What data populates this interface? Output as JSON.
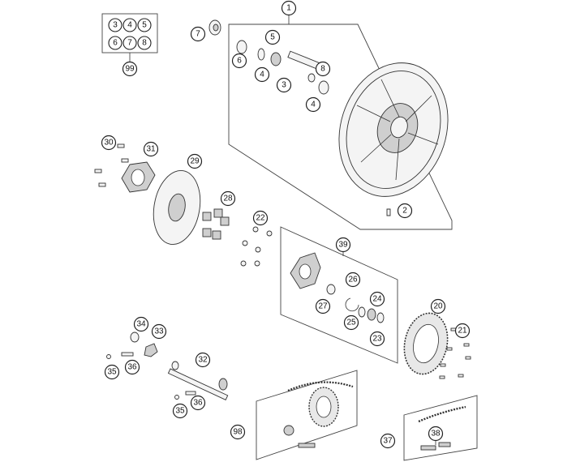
{
  "diagram": {
    "kit_box": {
      "label": "99",
      "items": [
        "3",
        "4",
        "5",
        "6",
        "7",
        "8"
      ]
    },
    "callouts": [
      "1",
      "2",
      "3",
      "4",
      "4",
      "5",
      "6",
      "7",
      "8",
      "20",
      "21",
      "22",
      "23",
      "24",
      "25",
      "26",
      "27",
      "28",
      "29",
      "30",
      "31",
      "32",
      "33",
      "34",
      "35",
      "35",
      "36",
      "36",
      "37",
      "38",
      "39",
      "98"
    ]
  }
}
